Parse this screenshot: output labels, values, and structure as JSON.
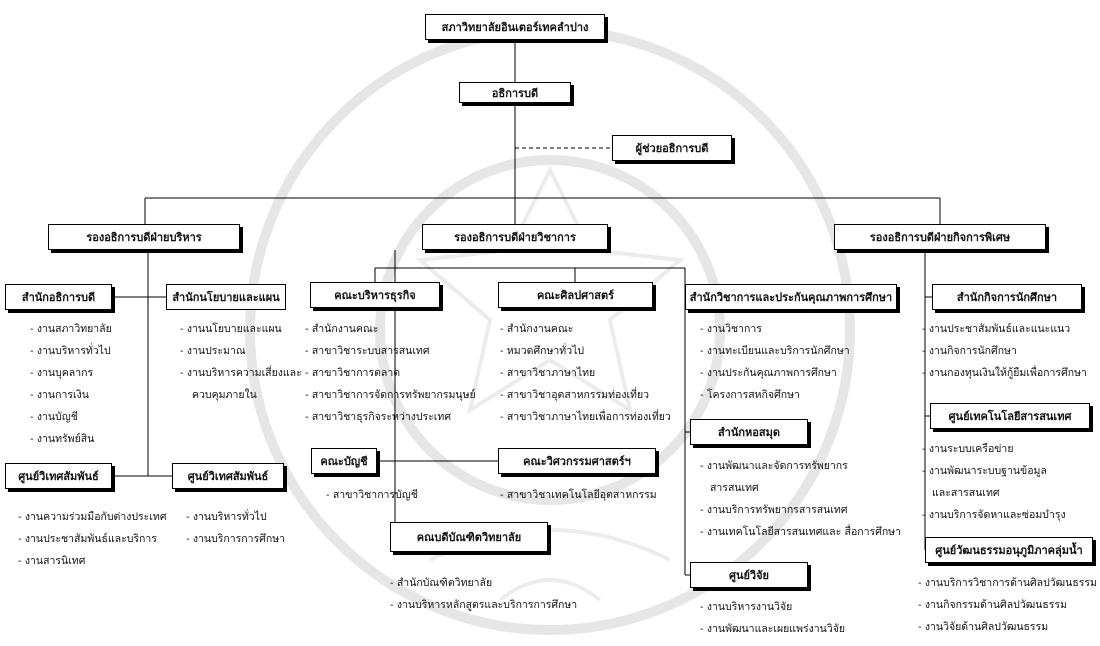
{
  "root": "สภาวิทยาลัยอินเตอร์เทคลำปาง",
  "president": "อธิการบดี",
  "assistant": "ผู้ช่วยอธิการบดี",
  "vp_admin": "รองอธิการบดีฝ่ายบริหาร",
  "vp_academic": "รองอธิการบดีฝ่ายวิชาการ",
  "vp_special": "รองอธิการบดีฝ่ายกิจการพิเศษ",
  "units": {
    "office_president": {
      "title": "สำนักอธิการบดี",
      "items": [
        "งานสภาวิทยาลัย",
        "งานบริหารทั่วไป",
        "งานบุคลากร",
        "งานการเงิน",
        "งานบัญชี",
        "งานทรัพย์สิน"
      ]
    },
    "policy_office": {
      "title": "สำนักนโยบายและแผน",
      "items": [
        "งานนโยบายและแผน",
        "งานประมาณ",
        "งานบริหารความเสี่ยงและ"
      ],
      "continuation": "ควบคุมภายใน"
    },
    "relations_a": {
      "title": "ศูนย์วิเทศสัมพันธ์",
      "items": [
        "งานความร่วมมือกับต่างประเทศ",
        "งานประชาสัมพันธ์และบริการ",
        "งานสารนิเทศ"
      ]
    },
    "relations_b": {
      "title": "ศูนย์วิเทศสัมพันธ์",
      "items": [
        "งานบริหารทั่วไป",
        "งานบริการการศึกษา"
      ]
    },
    "faculty_business": {
      "title": "คณะบริหารธุรกิจ",
      "items": [
        "สำนักงานคณะ",
        "สาขาวิชาระบบสารสนเทศ",
        "สาขาวิชาการตลาด",
        "สาขาวิชาการจัดการทรัพยากรมนุษย์",
        "สาขาวิชาธุรกิจระหว่างประเทศ"
      ]
    },
    "faculty_arts": {
      "title": "คณะศิลปศาสตร์",
      "items": [
        "สำนักงานคณะ",
        "หมวดศึกษาทั่วไป",
        "สาขาวิชาภาษาไทย",
        "สาขาวิชาอุตสาหกรรมท่องเที่ยว",
        "สาขาวิชาภาษาไทยเพื่อการท่องเที่ยว"
      ]
    },
    "faculty_accounting": {
      "title": "คณะบัญชี",
      "items": [
        "สาขาวิชาการบัญชี"
      ]
    },
    "faculty_engineering": {
      "title": "คณะวิศวกรรมศาสตร์ฯ",
      "items": [
        "สาขาวิชาเทคโนโลยีอุตสาหกรรม"
      ]
    },
    "graduate_school": {
      "title": "คณบดีบัณฑิตวิทยาลัย",
      "items": [
        "สำนักบัณฑิตวิทยาลัย",
        "งานบริหารหลักสูตรและบริการการศึกษา"
      ]
    },
    "academic_office": {
      "title": "สำนักวิชาการและประกันคุณภาพการศึกษา",
      "items": [
        "งานวิชาการ",
        "งานทะเบียนและบริการนักศึกษา",
        "งานประกันคุณภาพการศึกษา",
        "โครงการสหกิจศึกษา"
      ]
    },
    "library": {
      "title": "สำนักหอสมุด",
      "items": [
        "งานพัฒนาและจัดการทรัพยากร",
        "งานบริการทรัพยากรสารสนเทศ",
        "งานเทคโนโลยีสารสนเทศและ สื่อการศึกษา"
      ],
      "continuation": "สารสนเทศ"
    },
    "research": {
      "title": "ศูนย์วิจัย",
      "items": [
        "งานบริหารงานวิจัย",
        "งานพัฒนาและเผยแพร่งานวิจัย"
      ]
    },
    "student_affairs": {
      "title": "สำนักกิจการนักศึกษา",
      "items": [
        "งานประชาสัมพันธ์และแนะแนว",
        "งานกิจการนักศึกษา",
        "งานกองทุนเงินให้กู้ยืมเพื่อการศึกษา"
      ]
    },
    "it_center": {
      "title": "ศูนย์เทคโนโลยีสารสนเทศ",
      "items": [
        "งานระบบเครือข่าย",
        "งานพัฒนาระบบฐานข้อมูล",
        "งานบริการจัดหาและซ่อมบำรุง"
      ],
      "continuation": "และสารสนเทศ"
    },
    "culture_center": {
      "title": "ศูนย์วัฒนธรรมอนุภูมิภาคลุ่มน้ำ",
      "items": [
        "งานบริการวิชาการด้านศิลปวัฒนธรรม",
        "งานกิจกรรมด้านศิลปวัฒนธรรม",
        "งานวิจัยด้านศิลปวัฒนธรรม"
      ]
    }
  }
}
